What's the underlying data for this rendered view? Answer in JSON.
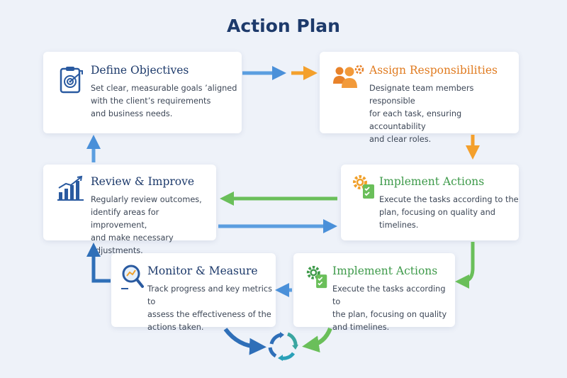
{
  "title": "Action Plan",
  "steps": [
    {
      "title": "Define Objectives",
      "desc": "Set clear, measurable goals ’aligned\nwith the client’s requirements\nand business needs."
    },
    {
      "title": "Assign Responsibilities",
      "desc": "Designate team members responsible\nfor each task, ensuring accountability\nand clear roles."
    },
    {
      "title": "Implement Actions",
      "desc": "Execute the tasks according to the\nplan, focusing on quality and\ntimelines."
    },
    {
      "title": "Review & Improve",
      "desc": "Regularly review outcomes,\nidentify areas for improvement,\nand make necessary adjustments."
    },
    {
      "title": "Monitor & Measure",
      "desc": "Track progress and key metrics to\nassess the effectiveness of the\nactions taken."
    },
    {
      "title": "Implement Actions",
      "desc": "Execute the tasks according to\nthe plan, focusing on quality\nand timelines."
    }
  ],
  "icons": {
    "define": "target-clipboard-icon",
    "assign": "team-icon",
    "implement": "gear-checklist-icon",
    "review": "growth-chart-icon",
    "monitor": "magnifier-icon",
    "cycle": "cycle-icon"
  },
  "colors": {
    "title": "#1d3a6b",
    "blue": "#4a90d9",
    "orange": "#f4a02c",
    "green": "#6abf5a",
    "darkblue": "#2f6fb8"
  }
}
